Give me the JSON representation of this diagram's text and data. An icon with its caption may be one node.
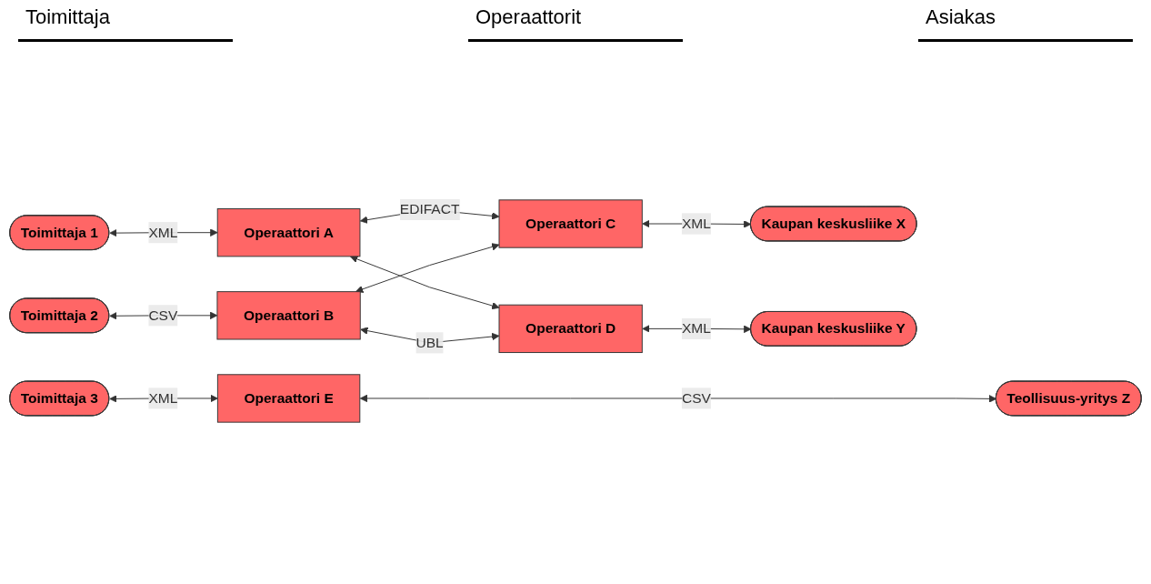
{
  "diagram": {
    "nodes": [
      {
        "text": [
          "Toimittaja 1"
        ]
      },
      {
        "text": [
          "Operaattori A"
        ]
      },
      {
        "text": [
          "Operaattori C"
        ]
      },
      {
        "text": [
          "Kaupan keskusliike X"
        ]
      },
      {
        "text": [
          "Toimittaja 2"
        ]
      },
      {
        "text": [
          "Operaattori B"
        ]
      },
      {
        "text": [
          "Operaattori D"
        ]
      },
      {
        "text": [
          "Kaupan keskusliike Y"
        ]
      },
      {
        "text": [
          "Toimittaja 3"
        ]
      },
      {
        "text": [
          "Operaattori E"
        ]
      },
      {
        "text": [
          "Teollisuus-yritys Z"
        ]
      }
    ],
    "edges": [
      {
        "from": 0,
        "to": 1,
        "arrow": "both",
        "label": "XML"
      },
      {
        "from": 1,
        "to": 2,
        "arrow": "both",
        "label": "EDIFACT"
      },
      {
        "from": 2,
        "to": 3,
        "arrow": "both",
        "label": "XML"
      },
      {
        "from": 1,
        "to": 6,
        "arrow": "both"
      },
      {
        "from": 5,
        "to": 2,
        "arrow": "both"
      },
      {
        "from": 4,
        "to": 5,
        "arrow": "both",
        "label": "CSV"
      },
      {
        "from": 5,
        "to": 6,
        "arrow": "both",
        "label": "UBL"
      },
      {
        "from": 6,
        "to": 7,
        "arrow": "both",
        "label": "XML"
      },
      {
        "from": 8,
        "to": 9,
        "arrow": "both",
        "label": "XML"
      },
      {
        "from": 9,
        "to": 10,
        "arrow": "both",
        "label": "CSV"
      }
    ],
    "labels": [
      "Toimittaja",
      "Operaattorit",
      "Asiakas"
    ]
  }
}
